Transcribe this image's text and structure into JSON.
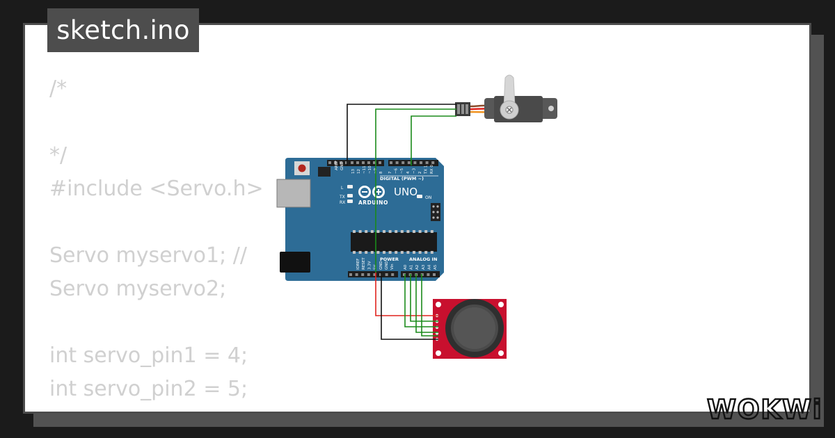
{
  "file": {
    "name": "sketch.ino"
  },
  "code_lines": [
    "/*",
    "",
    "*/",
    "#include <Servo.h>",
    "",
    "Servo myservo1; //",
    "Servo myservo2;",
    "",
    "int servo_pin1 = 4;",
    "int servo_pin2 = 5;"
  ],
  "board": {
    "brand": "ARDUINO",
    "model": "UNO",
    "digital_header": "DIGITAL (PWM ~)",
    "power_header": "POWER",
    "analog_header": "ANALOG IN",
    "aref": "AREF",
    "gnd": "GND",
    "on": "ON",
    "led_l": "L",
    "led_tx": "TX",
    "led_rx": "RX",
    "digital_pins": [
      "13",
      "12",
      "~11",
      "~10",
      "~9",
      "8",
      "7",
      "~6",
      "~5",
      "4",
      "~3",
      "2",
      "TX 1",
      "RX 0"
    ],
    "power_pins": [
      "IOREF",
      "RESET",
      "3.3V",
      "5V",
      "GND",
      "GND",
      "Vin"
    ],
    "analog_pins": [
      "A0",
      "A1",
      "A2",
      "A3",
      "A4",
      "A5"
    ]
  },
  "logo": {
    "text": "WOKWi"
  },
  "colors": {
    "board": "#2d6c96",
    "wire_black": "#111111",
    "wire_green": "#1a8a1a",
    "wire_red": "#e0221d",
    "joystick_pcb": "#c8102e",
    "servo_body": "#555555"
  }
}
